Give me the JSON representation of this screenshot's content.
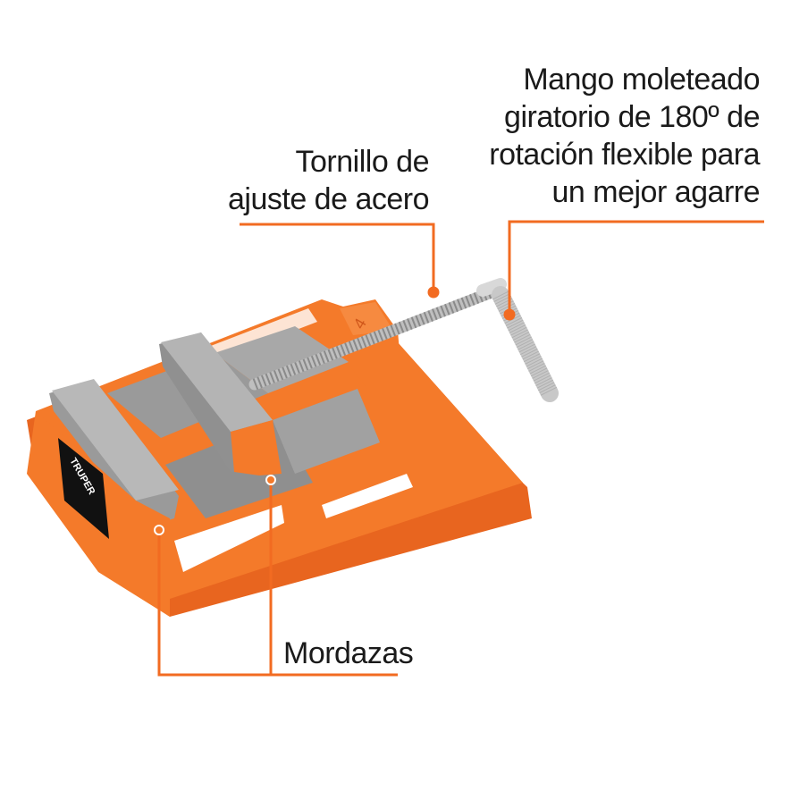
{
  "colors": {
    "accent": "#f26b21",
    "body": "#f47a2a",
    "steel": "#a9a9a9",
    "text": "#1a1a1a"
  },
  "callouts": {
    "screw": {
      "lines": [
        "Tornillo de",
        "ajuste de acero"
      ]
    },
    "handle": {
      "lines": [
        "Mango moleteado",
        "giratorio de 180º de",
        "rotación flexible para",
        "un mejor agarre"
      ]
    },
    "jaws": {
      "lines": [
        "Mordazas"
      ]
    }
  },
  "product": {
    "brand_plate": "TRUPER",
    "size_mark": "4"
  }
}
